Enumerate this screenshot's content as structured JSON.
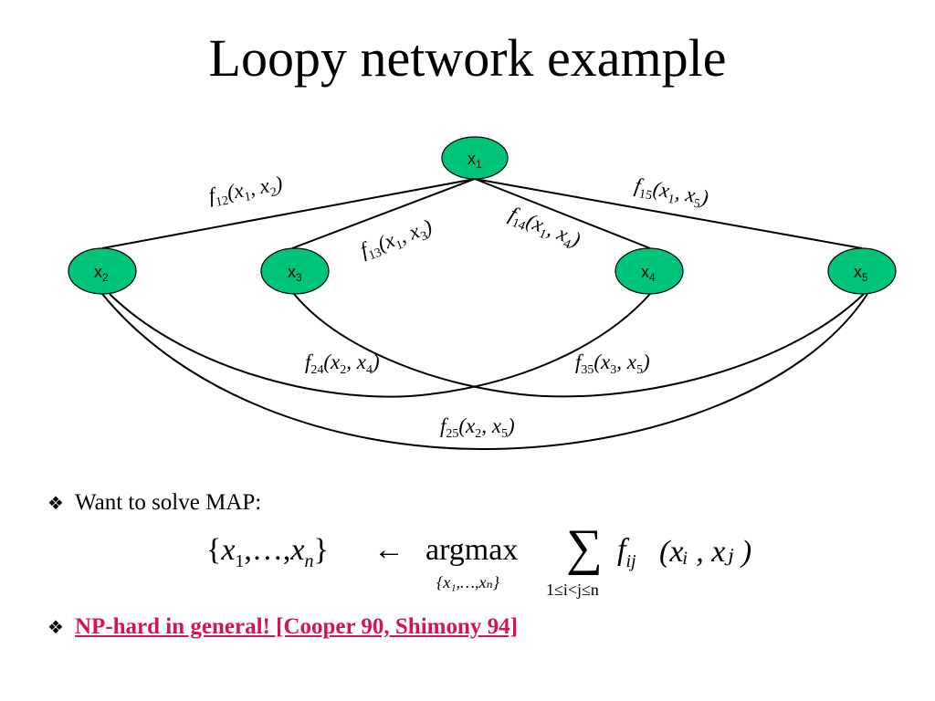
{
  "slide": {
    "title": "Loopy network example"
  },
  "nodes": [
    {
      "id": "x1",
      "base": "x",
      "sub": "1"
    },
    {
      "id": "x2",
      "base": "x",
      "sub": "2"
    },
    {
      "id": "x3",
      "base": "x",
      "sub": "3"
    },
    {
      "id": "x4",
      "base": "x",
      "sub": "4"
    },
    {
      "id": "x5",
      "base": "x",
      "sub": "5"
    }
  ],
  "factors": [
    {
      "id": "f12",
      "f": "f",
      "fs": "12",
      "a": "1",
      "b": "2"
    },
    {
      "id": "f13",
      "f": "f",
      "fs": "13",
      "a": "1",
      "b": "3"
    },
    {
      "id": "f14",
      "f": "f",
      "fs": "14",
      "a": "1",
      "b": "4"
    },
    {
      "id": "f15",
      "f": "f",
      "fs": "15",
      "a": "1",
      "b": "5"
    },
    {
      "id": "f24",
      "f": "f",
      "fs": "24",
      "a": "2",
      "b": "4"
    },
    {
      "id": "f35",
      "f": "f",
      "fs": "35",
      "a": "3",
      "b": "5"
    },
    {
      "id": "f25",
      "f": "f",
      "fs": "25",
      "a": "2",
      "b": "5"
    }
  ],
  "colors": {
    "node_fill": "#00c47a",
    "edge": "#000000",
    "link": "#d4145a"
  },
  "bullets": {
    "map_text": "Want to solve MAP:",
    "np_text": "NP-hard in general! [Cooper 90, Shimony 94]",
    "marker": "❖"
  },
  "formula": {
    "lhs_open": "{",
    "lhs_x": "x",
    "lhs_sub1": "1",
    "lhs_dots": ",…,",
    "lhs_subn": "n",
    "lhs_close": "}",
    "arrow": "←",
    "argmax": "argmax",
    "argmax_under": "{x₁,…,xₙ}",
    "sum": "∑",
    "sum_under": "1≤i<j≤n",
    "f": "f",
    "f_sub": "ij",
    "args": "(xᵢ , xⱼ )"
  }
}
